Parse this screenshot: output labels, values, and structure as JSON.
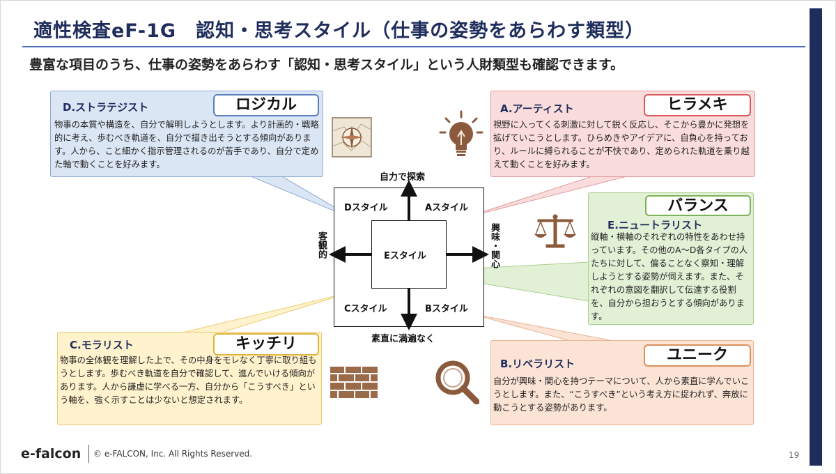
{
  "title": "適性検査eF-1G　認知・思考スタイル（仕事の姿勢をあらわす類型）",
  "subtitle": "豊富な項目のうち、仕事の姿勢をあらわす「認知・思考スタイル」という人財類型も確認できます。",
  "styles": {
    "d": {
      "name": "D.ストラテジスト",
      "keyword": "ロジカル",
      "desc": "物事の本質や構造を、自分で解明しようとします。より計画的・戦略的に考え、歩むべき軌道を、自分で描き出そうとする傾向があります。人から、こと細かく指示管理されるのが苦手であり、自分で定めた軸で動くことを好みます。",
      "icon": "compass-map-icon",
      "color": "#dbe6f5"
    },
    "a": {
      "name": "A.アーティスト",
      "keyword": "ヒラメキ",
      "desc": "視野に入ってくる刺激に対して鋭く反応し、そこから豊かに発想を拡げていこうとします。ひらめきやアイデアに、自負心を持っており、ルールに縛られることが不快であり、定められた軌道を乗り越えて動くことを好みます。",
      "icon": "lightbulb-icon",
      "color": "#fbdcdc"
    },
    "e": {
      "name": "E.ニュートラリスト",
      "keyword": "バランス",
      "desc": "縦軸・横軸のそれぞれの特性をあわせ持っています。その他のA～D各タイプの人たちに対して、偏ることなく察知・理解しようとする姿勢が伺えます。また、それぞれの意図を翻訳して伝達する役割を、自分から担おうとする傾向があります。",
      "icon": "balance-scale-icon",
      "color": "#e2f0d6"
    },
    "c": {
      "name": "C.モラリスト",
      "keyword": "キッチリ",
      "desc": "物事の全体観を理解した上で、その中身をモレなく丁寧に取り組もうとします。歩むべき軌道を自分で確認して、進んでいける傾向があります。人から謙虚に学べる一方、自分から「こうすべき」という軸を、強く示すことは少ないと想定されます。",
      "icon": "brick-wall-icon",
      "color": "#fff2cc"
    },
    "b": {
      "name": "B.リベラリスト",
      "keyword": "ユニーク",
      "desc": "自分が興味・関心を持つテーマについて、人から素直に学んでいこうとします。また、“こうすべき”という考え方に捉われず、奔放に動こうとする姿勢があります。",
      "icon": "magnifier-icon",
      "color": "#fbe3d5"
    }
  },
  "matrix": {
    "top": "自力で探索",
    "bottom": "素直に満遍なく",
    "left": "客観的",
    "right": "興味・関心",
    "q_d": "Dスタイル",
    "q_a": "Aスタイル",
    "q_c": "Cスタイル",
    "q_b": "Bスタイル",
    "center": "Eスタイル"
  },
  "footer": {
    "logo": "e-falcon",
    "copyright": "© e-FALCON, Inc. All Rights Reserved.",
    "page": "19"
  }
}
